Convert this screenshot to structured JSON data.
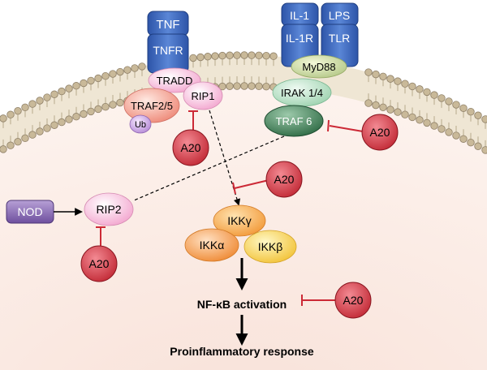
{
  "receptors": {
    "tnf": "TNF",
    "tnfr": "TNFR",
    "il1": "IL-1",
    "il1r": "IL-1R",
    "lps": "LPS",
    "tlr": "TLR"
  },
  "adaptors": {
    "tradd": "TRADD",
    "traf25": "TRAF2/5",
    "rip1": "RIP1",
    "ub": "Ub",
    "myd88": "MyD88",
    "irak": "IRAK 1/4",
    "traf6": "TRAF 6",
    "nod": "NOD",
    "rip2": "RIP2"
  },
  "ikk": {
    "gamma": "IKKγ",
    "alpha": "IKKα",
    "beta": "IKKβ"
  },
  "inhibitor": "A20",
  "outputs": {
    "nfkb": "NF-κB activation",
    "response": "Proinflammatory response"
  },
  "colors": {
    "receptor": "#3a63b8",
    "a20": "#cc2936",
    "membrane": "#c9b999",
    "cytoplasm": "#fcefe9"
  }
}
